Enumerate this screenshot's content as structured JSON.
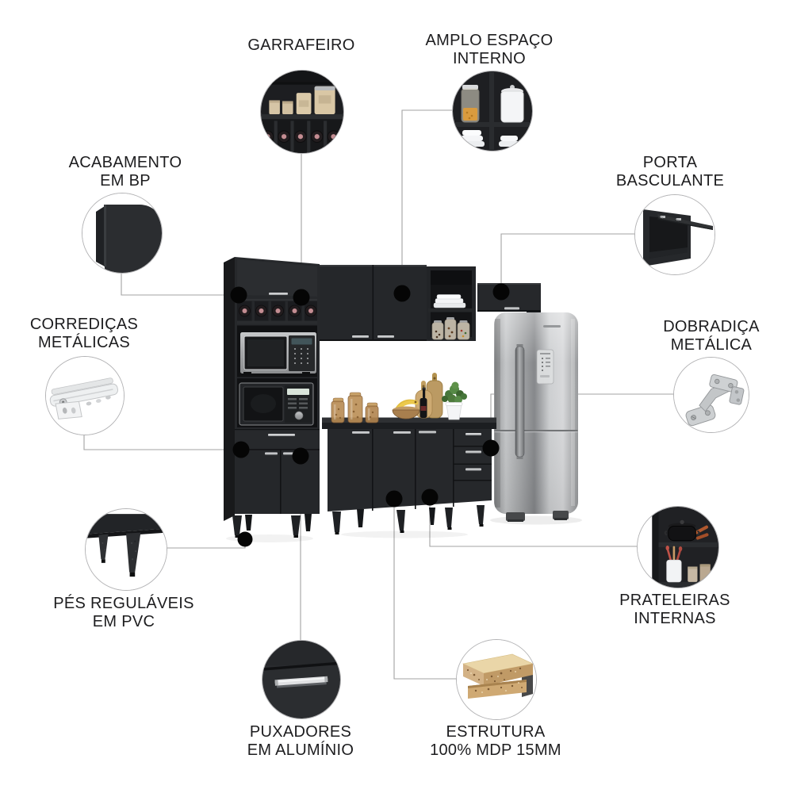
{
  "colors": {
    "background": "#ffffff",
    "cabinet_black": "#26282b",
    "callout_line": "#a3a3a3",
    "callout_dot": "#050505",
    "label_text": "#1d1d1f",
    "handle_silver": "#d8d9db",
    "fridge_steel": "#b0b2b4"
  },
  "features": [
    {
      "id": "garrafeiro",
      "line1": "GARRAFEIRO",
      "line2": "",
      "photo": "bottle-rack"
    },
    {
      "id": "amplo-espaco",
      "line1": "AMPLO ESPAÇO",
      "line2": "INTERNO",
      "photo": "open-interior-space"
    },
    {
      "id": "acabamento",
      "line1": "ACABAMENTO",
      "line2": "EM BP",
      "photo": "bp-finish-corner"
    },
    {
      "id": "porta-basculante",
      "line1": "PORTA",
      "line2": "BASCULANTE",
      "photo": "flip-up-door"
    },
    {
      "id": "corredicas",
      "line1": "CORREDIÇAS",
      "line2": "METÁLICAS",
      "photo": "metal-drawer-slide"
    },
    {
      "id": "dobradica",
      "line1": "DOBRADIÇA",
      "line2": "METÁLICA",
      "photo": "metal-hinge"
    },
    {
      "id": "pes",
      "line1": "PÉS REGULÁVEIS",
      "line2": "EM PVC",
      "photo": "pvc-adjustable-feet"
    },
    {
      "id": "prateleiras",
      "line1": "PRATELEIRAS",
      "line2": "INTERNAS",
      "photo": "internal-shelves"
    },
    {
      "id": "puxadores",
      "line1": "PUXADORES",
      "line2": "EM ALUMÍNIO",
      "photo": "aluminium-handle"
    },
    {
      "id": "estrutura",
      "line1": "ESTRUTURA",
      "line2": "100% MDP 15MM",
      "photo": "mdp-board"
    }
  ]
}
